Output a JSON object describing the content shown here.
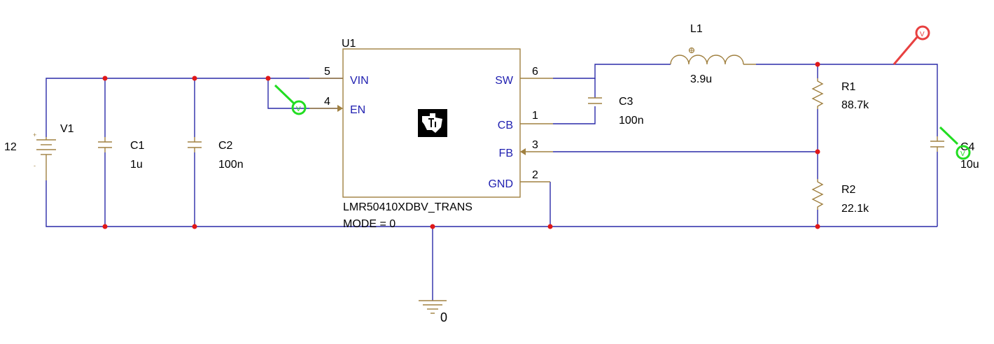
{
  "colors": {
    "wire": "#2a2aa8",
    "component": "#a08040",
    "junction": "#e01818",
    "pin_label": "#1f1fb0",
    "probe_voltage": "#22dd22",
    "probe_current": "#e84040"
  },
  "source": {
    "ref": "V1",
    "value": "12"
  },
  "c1": {
    "ref": "C1",
    "value": "1u"
  },
  "c2": {
    "ref": "C2",
    "value": "100n"
  },
  "c3": {
    "ref": "C3",
    "value": "100n"
  },
  "c4": {
    "ref": "C4",
    "value": "10u"
  },
  "l1": {
    "ref": "L1",
    "value": "3.9u"
  },
  "r1": {
    "ref": "R1",
    "value": "88.7k"
  },
  "r2": {
    "ref": "R2",
    "value": "22.1k"
  },
  "u1": {
    "ref": "U1",
    "part": "LMR50410XDBV_TRANS",
    "param": "MODE = 0",
    "logo_icon": "ti-logo-icon",
    "pins": {
      "vin": {
        "name": "VIN",
        "num": "5"
      },
      "en": {
        "name": "EN",
        "num": "4"
      },
      "sw": {
        "name": "SW",
        "num": "6"
      },
      "cb": {
        "name": "CB",
        "num": "1"
      },
      "fb": {
        "name": "FB",
        "num": "3"
      },
      "gnd": {
        "name": "GND",
        "num": "2"
      }
    }
  },
  "ground": {
    "label": "0"
  },
  "probes": {
    "en_voltage": {
      "icon": "voltage-probe-icon",
      "glyph": "V"
    },
    "out_voltage": {
      "icon": "voltage-probe-icon",
      "glyph": "V"
    },
    "out_current": {
      "icon": "current-probe-icon",
      "glyph": "V"
    }
  }
}
